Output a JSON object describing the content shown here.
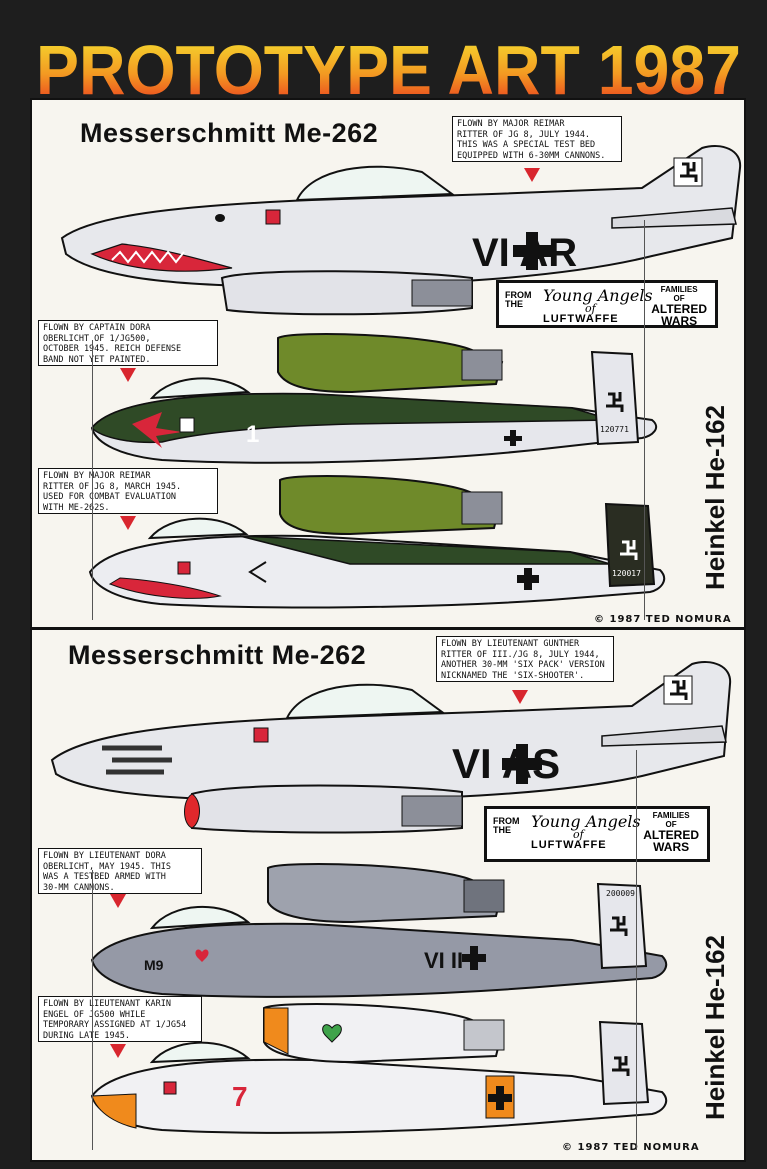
{
  "cover": {
    "title": "PROTOTYPE ART 1987",
    "colors": {
      "background": "#1e1e1e",
      "title_top": "#f5e431",
      "title_bottom": "#e8311e",
      "panel": "#f7f5ef"
    }
  },
  "panel1": {
    "heading": "Messerschmitt Me-262",
    "side_title": "Heinkel He-162",
    "copyright": "© 1987 TED NOMURA",
    "notes": [
      "FLOWN BY MAJOR REIMAR\nRITTER OF JG 8, JULY 1944.\nTHIS WAS A SPECIAL TEST BED\nEQUIPPED WITH 6-30MM CANNONS.",
      "FLOWN BY CAPTAIN DORA\nOBERLICHT OF 1/JG500,\nOCTOBER 1945. REICH DEFENSE\nBAND NOT YET PAINTED.",
      "FLOWN BY MAJOR REIMAR\nRITTER OF JG 8, MARCH 1945.\nUSED FOR COMBAT EVALUATION\nWITH ME-262S."
    ],
    "markings": {
      "me262_code": "VI AR",
      "he162a_number": "1",
      "he162a_serial": "120771",
      "he162b_serial": "120017"
    },
    "banner": {
      "from": "FROM\nTHE",
      "angels": "Young Angels",
      "of": "of",
      "luftwaffe": "LUFTWAFFE",
      "families": "FAMILIES\nOF",
      "altered": "ALTERED\nWARS"
    }
  },
  "panel2": {
    "heading": "Messerschmitt Me-262",
    "side_title": "Heinkel He-162",
    "copyright": "© 1987 TED NOMURA",
    "notes": [
      "FLOWN BY LIEUTENANT GUNTHER\nRITTER OF III./JG 8, JULY 1944,\nANOTHER 30-MM 'SIX PACK' VERSION\nNICKNAMED THE 'SIX-SHOOTER'.",
      "FLOWN BY LIEUTENANT DORA\nOBERLICHT, MAY 1945. THIS\nWAS A TESTBED ARMED WITH\n30-MM CANNONS.",
      "FLOWN BY LIEUTENANT KARIN\nENGEL OF JG500 WHILE\nTEMPORARY ASSIGNED AT 1/JG54\nDURING LATE 1945."
    ],
    "markings": {
      "me262_code": "VI AS",
      "he162c_code": "M9",
      "he162c_fuselage": "VI II",
      "he162c_serial": "200009",
      "he162d_number": "7"
    },
    "banner": {
      "from": "FROM\nTHE",
      "angels": "Young Angels",
      "of": "of",
      "luftwaffe": "LUFTWAFFE",
      "families": "FAMILIES\nOF",
      "altered": "ALTERED\nWARS"
    }
  }
}
